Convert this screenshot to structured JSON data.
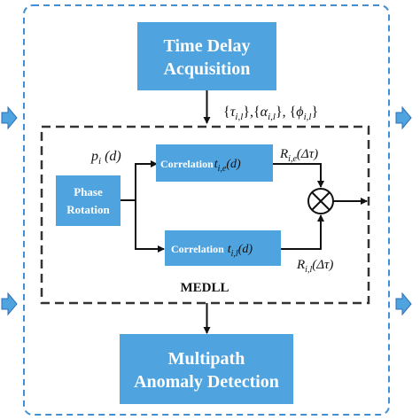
{
  "colors": {
    "box_fill": "#4FA3DF",
    "outer_dash": "#3E8FD6",
    "inner_dash": "#333333",
    "side_arrow_fill": "#4FA3DF",
    "side_arrow_stroke": "#2E6FB7",
    "line": "#111111"
  },
  "blocks": {
    "time_delay": {
      "line1": "Time Delay",
      "line2": "Acquisition"
    },
    "phase_rotation": {
      "line1": "Phase",
      "line2": "Rotation"
    },
    "correlation_early": {
      "text": "Correlation",
      "math": "t_{i,e}(d)"
    },
    "correlation_late": {
      "text": "Correlation",
      "math": "t_{i,l}(d)"
    },
    "multipath": {
      "line1": "Multipath",
      "line2": "Anomaly Detection"
    }
  },
  "labels": {
    "params": "{τ_{i,l}},{α_{i,l}},{φ_{i,l}}",
    "input_signal": "p_i (d)",
    "r_early": "R_{i,e}(Δτ)",
    "r_late": "R_{i,l}(Δτ)",
    "medll": "MEDLL"
  },
  "icons": {
    "multiplier": "circled-x-icon",
    "side_arrows": "block-arrow-right-icon"
  }
}
